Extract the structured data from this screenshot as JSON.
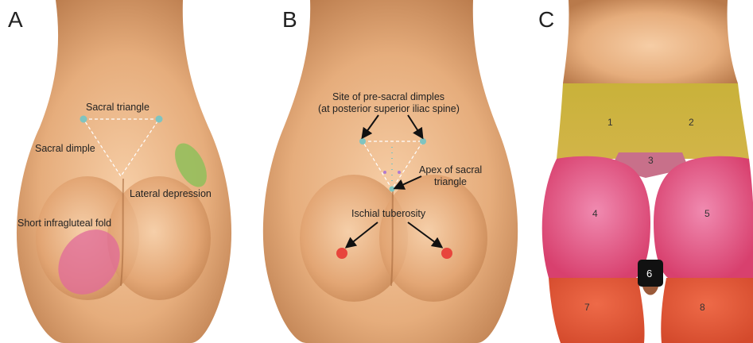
{
  "panels": {
    "a": {
      "letter": "A",
      "labels": {
        "sacral_triangle": "Sacral triangle",
        "sacral_dimple": "Sacral dimple",
        "lateral_depression": "Lateral depression",
        "short_infragluteal_fold": "Short infragluteal fold"
      }
    },
    "b": {
      "letter": "B",
      "labels": {
        "pre_sacral_line1": "Site of pre-sacral dimples",
        "pre_sacral_line2": "(at posterior superior iliac spine)",
        "apex_line1": "Apex of sacral",
        "apex_line2": "triangle",
        "ischial_tuberosity": "Ischial tuberosity"
      }
    },
    "c": {
      "letter": "C",
      "zones": [
        "1",
        "2",
        "3",
        "4",
        "5",
        "6",
        "7",
        "8"
      ]
    }
  },
  "colors": {
    "skin_light": "#f3c49a",
    "skin_mid": "#dfa06f",
    "skin_shadow": "#b8774a",
    "teal_marker": "#7fc4c0",
    "green_area": "#8fbf5a",
    "pink_area": "#e06a9a",
    "red_marker": "#e8453c",
    "zone_yellow": "#c8b43a",
    "zone_pink": "#e0507a",
    "zone_orange": "#e0583a",
    "zone_mauve": "#c8708a"
  }
}
